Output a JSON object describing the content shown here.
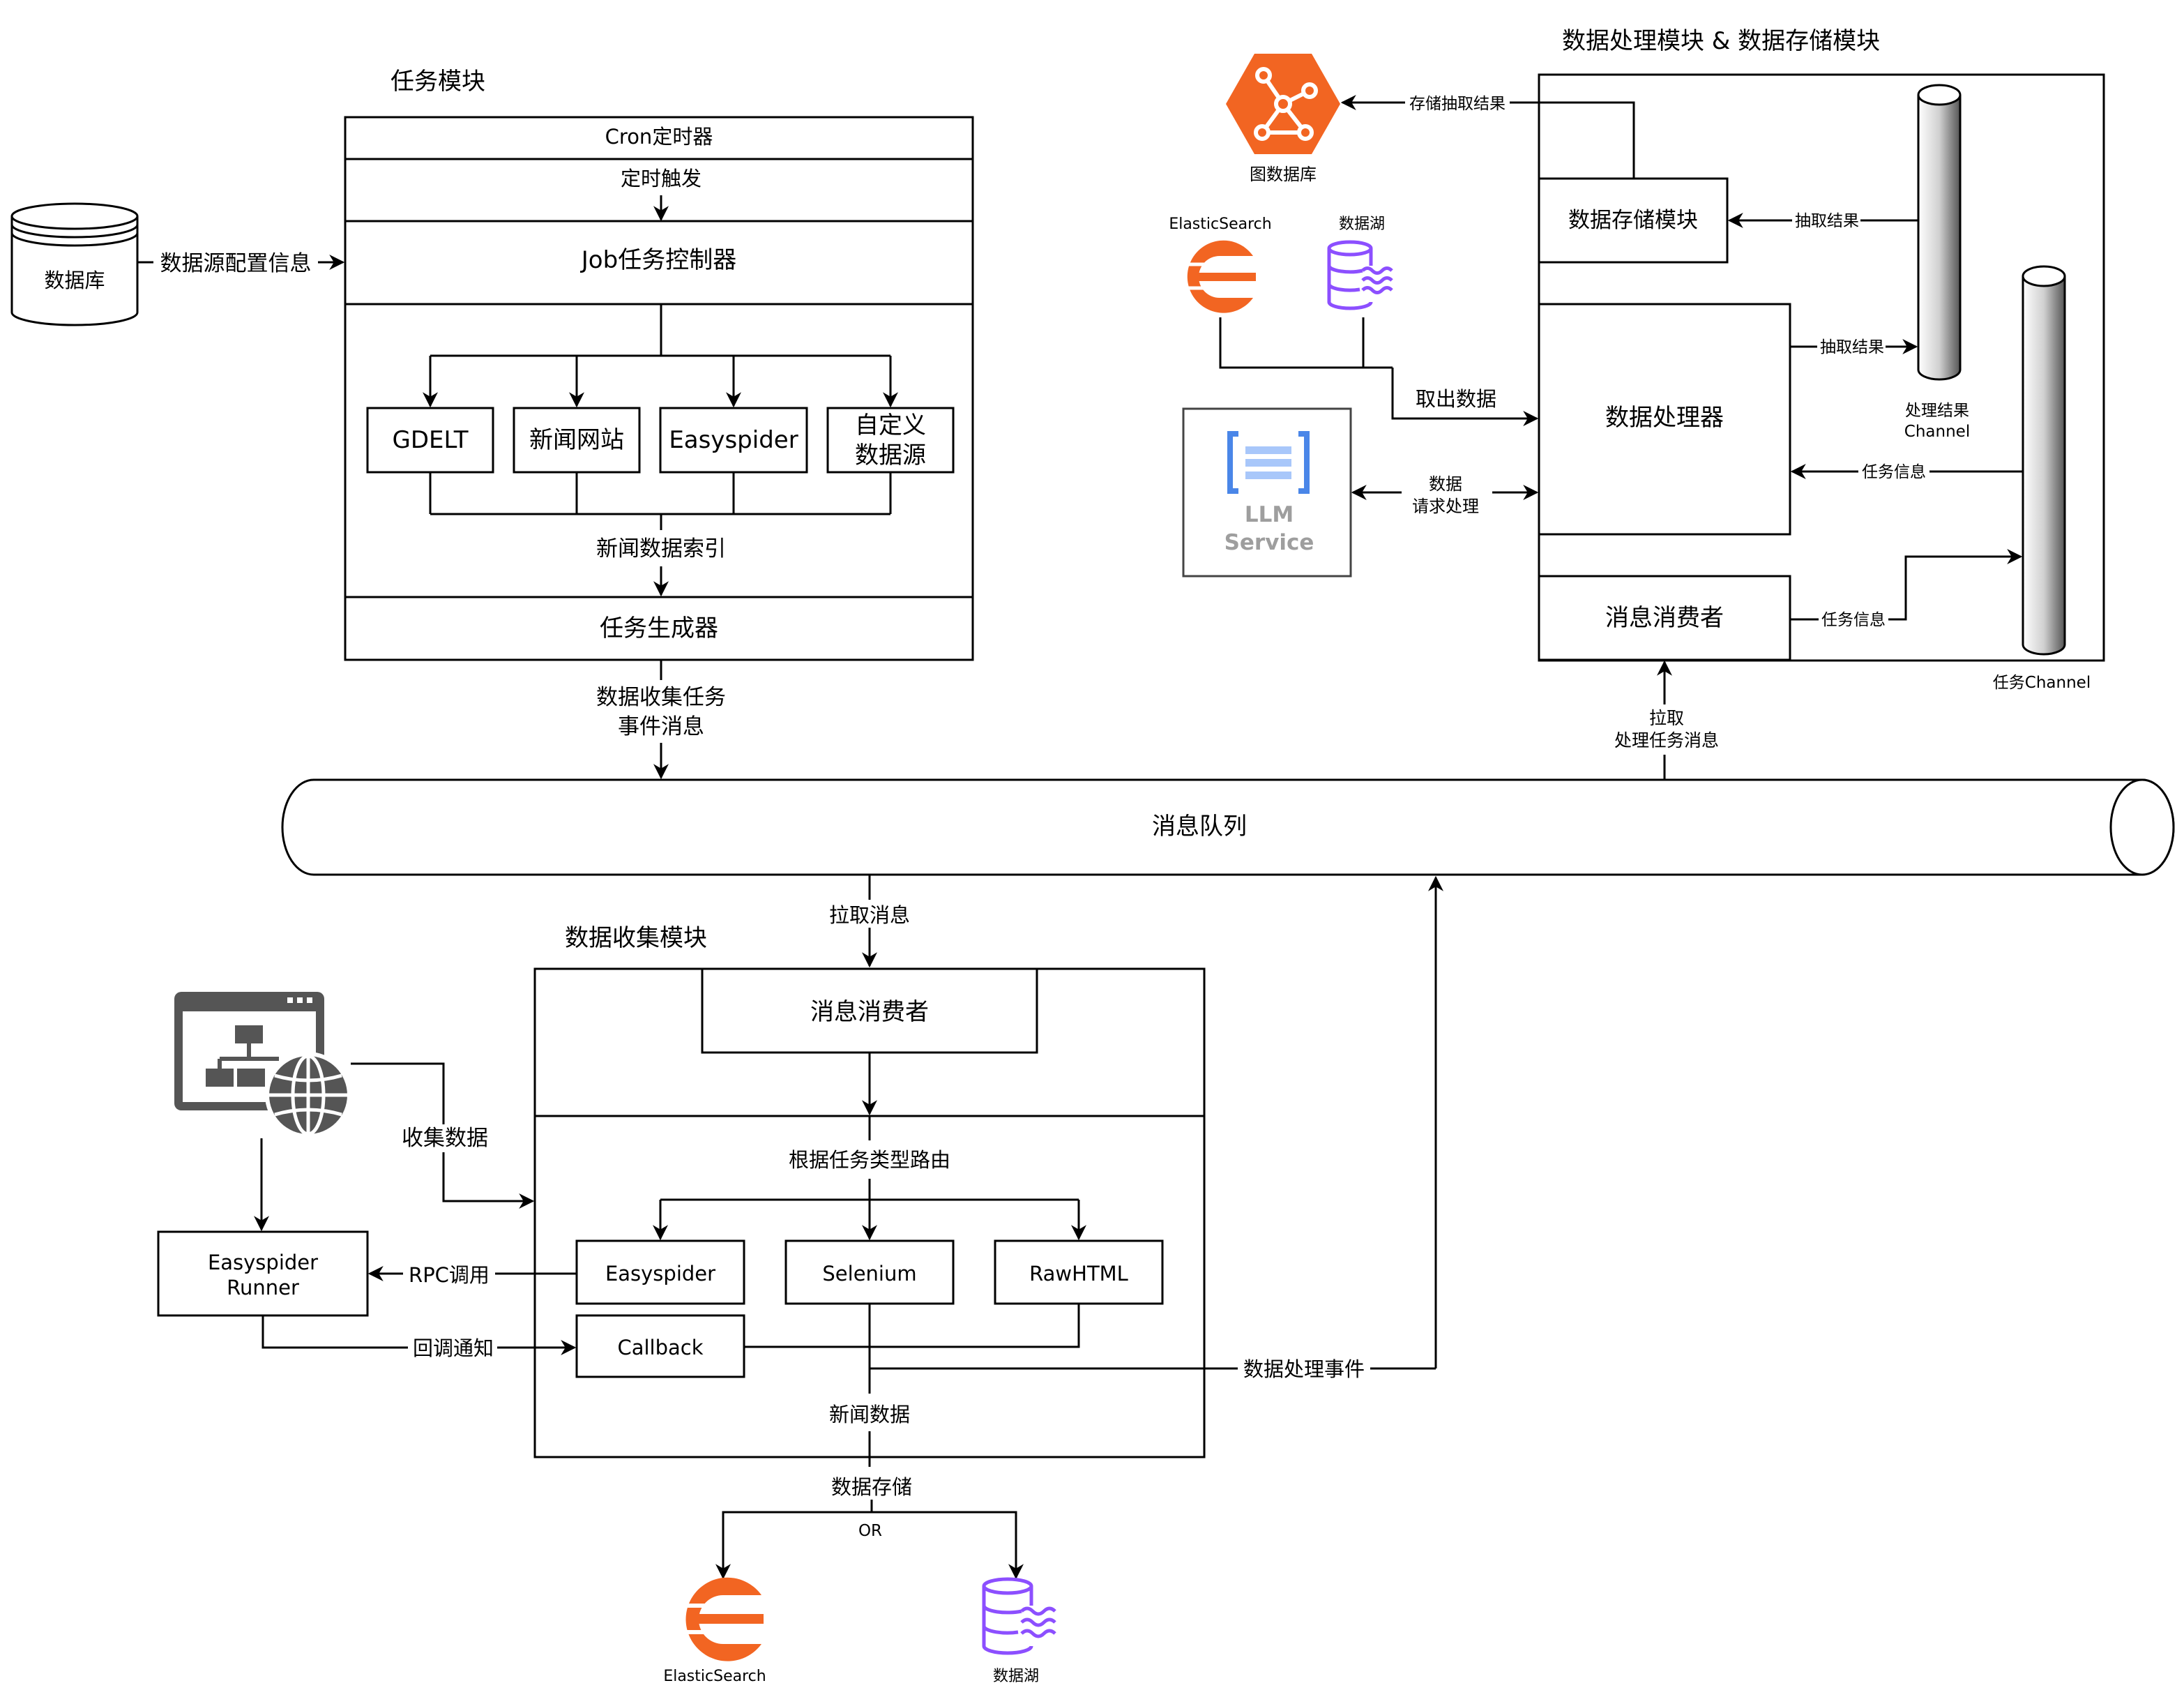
{
  "task_module": {
    "title": "任务模块",
    "cron": "Cron定时器",
    "timer_trigger": "定时触发",
    "job_controller": "Job任务控制器",
    "sources": [
      "GDELT",
      "新闻网站",
      "Easyspider"
    ],
    "custom_source_line1": "自定义",
    "custom_source_line2": "数据源",
    "news_index": "新闻数据索引",
    "task_generator": "任务生成器"
  },
  "database": {
    "label": "数据库",
    "edge_label": "数据源配置信息"
  },
  "collect_event": {
    "line1": "数据收集任务",
    "line2": "事件消息"
  },
  "message_queue": "消息队列",
  "pull_message": "拉取消息",
  "collection_module": {
    "title": "数据收集模块",
    "consumer": "消息消费者",
    "route_label": "根据任务类型路由",
    "routes": [
      "Easyspider",
      "Selenium",
      "RawHTML"
    ],
    "callback": "Callback",
    "news_data": "新闻数据",
    "store_label": "数据存储",
    "or_label": "OR",
    "es_label": "ElasticSearch",
    "lake_label": "数据湖",
    "process_event": "数据处理事件"
  },
  "runner": {
    "line1": "Easyspider",
    "line2": "Runner",
    "collect_label": "收集数据",
    "rpc_label": "RPC调用",
    "callback_label": "回调通知"
  },
  "processing_module": {
    "title": "数据处理模块 & 数据存储模块",
    "graph_db": "图数据库",
    "store_extract": "存储抽取结果",
    "storage": "数据存储模块",
    "extract_result_1": "抽取结果",
    "extract_result_2": "抽取结果",
    "processor": "数据处理器",
    "consumer": "消息消费者",
    "task_info_1": "任务信息",
    "task_info_2": "任务信息",
    "result_channel_line1": "处理结果",
    "result_channel_line2": "Channel",
    "task_channel": "任务Channel",
    "es_label": "ElasticSearch",
    "lake_label": "数据湖",
    "fetch_data": "取出数据",
    "llm_req_line1": "数据",
    "llm_req_line2": "请求处理",
    "llm_line1": "LLM",
    "llm_line2": "Service",
    "pull_line1": "拉取",
    "pull_line2": "处理任务消息"
  },
  "colors": {
    "orange": "#F26522",
    "purple": "#8C4FFF",
    "gray_icon": "#555555",
    "llm_blue": "#4A86E8",
    "llm_text": "#9E9E9E"
  }
}
